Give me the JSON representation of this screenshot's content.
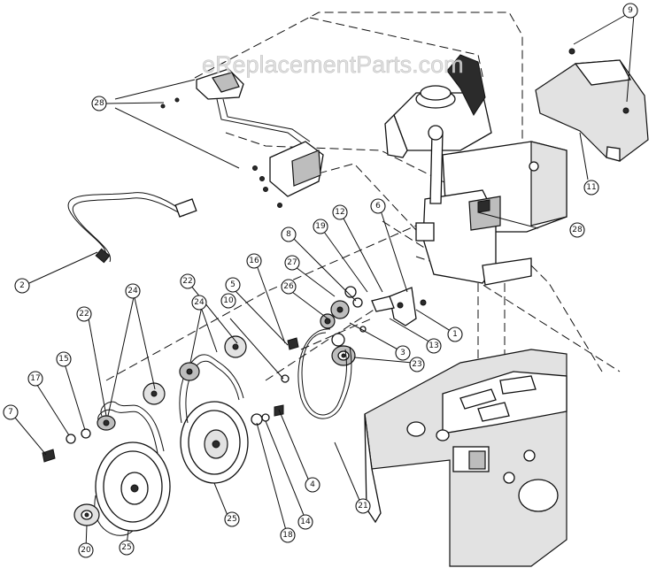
{
  "watermark": "eReplacementParts.com",
  "callouts": [
    {
      "id": "c9",
      "label": "9"
    },
    {
      "id": "c28a",
      "label": "28"
    },
    {
      "id": "c28b",
      "label": "28"
    },
    {
      "id": "c11",
      "label": "11"
    },
    {
      "id": "c2",
      "label": "2"
    },
    {
      "id": "c12",
      "label": "12"
    },
    {
      "id": "c6",
      "label": "6"
    },
    {
      "id": "c19",
      "label": "19"
    },
    {
      "id": "c8",
      "label": "8"
    },
    {
      "id": "c16",
      "label": "16"
    },
    {
      "id": "c27",
      "label": "27"
    },
    {
      "id": "c5",
      "label": "5"
    },
    {
      "id": "c26",
      "label": "26"
    },
    {
      "id": "c22a",
      "label": "22"
    },
    {
      "id": "c24a",
      "label": "24"
    },
    {
      "id": "c10",
      "label": "10"
    },
    {
      "id": "c1",
      "label": "1"
    },
    {
      "id": "c13",
      "label": "13"
    },
    {
      "id": "c24b",
      "label": "24"
    },
    {
      "id": "c22b",
      "label": "22"
    },
    {
      "id": "c3",
      "label": "3"
    },
    {
      "id": "c23",
      "label": "23"
    },
    {
      "id": "c15",
      "label": "15"
    },
    {
      "id": "c17",
      "label": "17"
    },
    {
      "id": "c7",
      "label": "7"
    },
    {
      "id": "c4",
      "label": "4"
    },
    {
      "id": "c14",
      "label": "14"
    },
    {
      "id": "c21",
      "label": "21"
    },
    {
      "id": "c25a",
      "label": "25"
    },
    {
      "id": "c18",
      "label": "18"
    },
    {
      "id": "c20",
      "label": "20"
    },
    {
      "id": "c25b",
      "label": "25"
    }
  ]
}
